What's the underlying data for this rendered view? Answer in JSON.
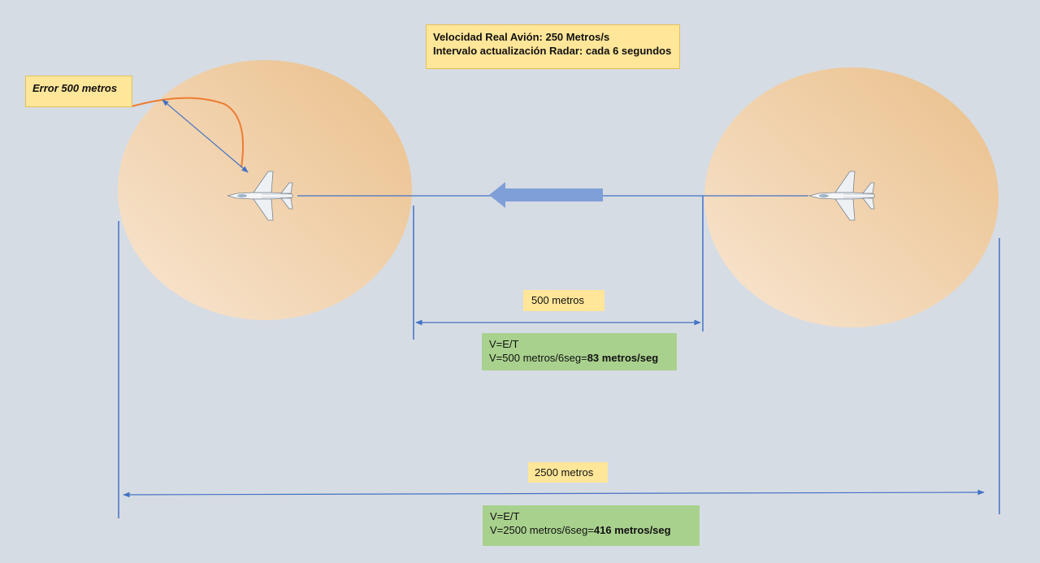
{
  "info_box": {
    "line1": "Velocidad Real Avión: 250 Metros/s",
    "line2": "Intervalo actualización Radar: cada 6 segundos"
  },
  "error_label": "Error 500 metros",
  "short_distance": {
    "label": "500 metros",
    "formula_line1": "V=E/T",
    "formula_line2_prefix": "V=500 metros/6seg=",
    "formula_line2_result": "83 metros/seg"
  },
  "long_distance": {
    "label": "2500 metros",
    "formula_line1": "V=E/T",
    "formula_line2_prefix": "V=2500 metros/6seg=",
    "formula_line2_result": "416 metros/seg"
  },
  "colors": {
    "background": "#d6dce4",
    "ellipse_fill_light": "#f8e6d2",
    "ellipse_fill_dark": "#ecc896",
    "line_blue": "#4472c4",
    "arrow_blue": "#7f9fd8",
    "error_arc": "#ed7d31",
    "label_yellow": "#ffe699",
    "formula_green": "#a9d18e"
  },
  "icons": {
    "aircraft": "fighter-jet-icon",
    "direction": "left-arrow-icon"
  }
}
